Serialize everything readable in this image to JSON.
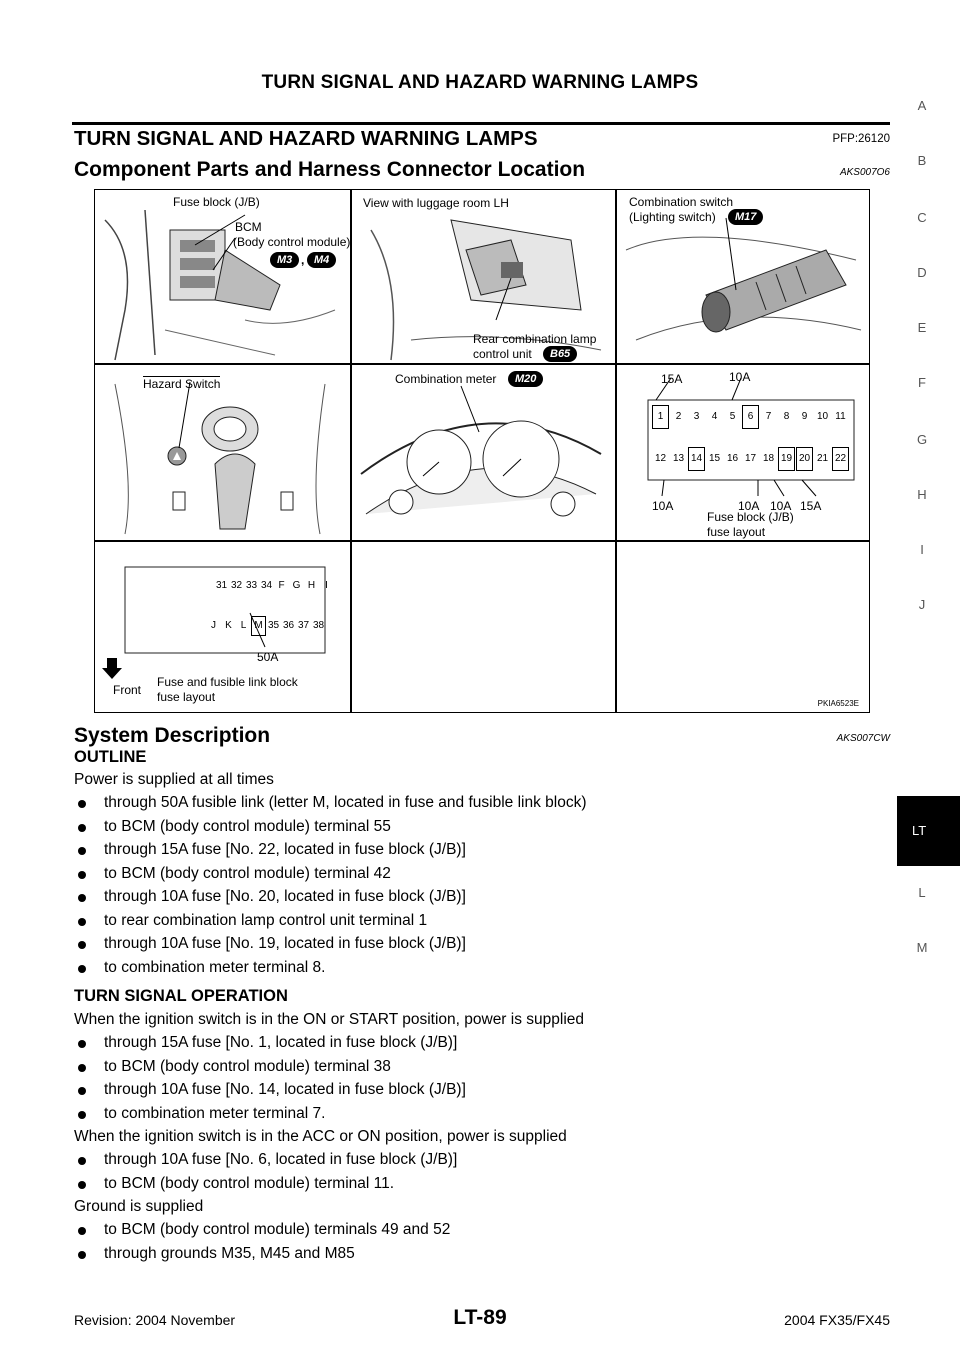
{
  "header": {
    "running_title": "TURN SIGNAL AND HAZARD WARNING LAMPS"
  },
  "section": {
    "title": "TURN SIGNAL AND HAZARD WARNING LAMPS",
    "pfp": "PFP:26120"
  },
  "component": {
    "title": "Component Parts and Harness Connector Location",
    "ref": "AKS007O6"
  },
  "figure": {
    "id": "PKIA6523E",
    "p1": {
      "fuse_block": "Fuse block (J/B)",
      "bcm": "BCM",
      "bcm_full": "(Body control module)",
      "m3": "M3",
      "m4": "M4",
      "sep": ","
    },
    "p2": {
      "view": "View with luggage room LH",
      "rear1": "Rear combination lamp",
      "rear2": "control unit",
      "b65": "B65"
    },
    "p3": {
      "combo1": "Combination switch",
      "combo2": "(Lighting switch)",
      "m17": "M17"
    },
    "p4": {
      "hazard": "Hazard Switch"
    },
    "p5": {
      "meter": "Combination meter",
      "m20": "M20"
    },
    "p6": {
      "top_15a": "15A",
      "top_10a": "10A",
      "row1": [
        "1",
        "2",
        "3",
        "4",
        "5",
        "6",
        "7",
        "8",
        "9",
        "10",
        "11"
      ],
      "row2": [
        "12",
        "13",
        "14",
        "15",
        "16",
        "17",
        "18",
        "19",
        "20",
        "21",
        "22"
      ],
      "bottom": [
        "10A",
        "10A",
        "10A",
        "15A"
      ],
      "layout1": "Fuse block (J/B)",
      "layout2": "fuse layout"
    },
    "p7": {
      "row1": [
        "31",
        "32",
        "33",
        "34",
        "F",
        "G",
        "H",
        "I"
      ],
      "row2": [
        "J",
        "K",
        "L",
        "M",
        "35",
        "36",
        "37",
        "38"
      ],
      "amp": "50A",
      "front": "Front",
      "layout1": "Fuse and fusible link block",
      "layout2": "fuse layout"
    }
  },
  "system": {
    "title": "System Description",
    "ref": "AKS007CW"
  },
  "outline": {
    "heading": "OUTLINE",
    "intro": "Power is supplied at all times",
    "bullets": [
      "through 50A fusible link (letter M, located in fuse and fusible link block)",
      "to BCM (body control module) terminal 55",
      "through 15A fuse [No. 22, located in fuse block (J/B)]",
      "to BCM (body control module) terminal 42",
      "through 10A fuse [No. 20, located in fuse block (J/B)]",
      "to rear combination lamp control unit terminal 1",
      "through 10A fuse [No. 19, located in fuse block (J/B)]",
      "to combination meter terminal 8."
    ]
  },
  "turn": {
    "heading": "TURN SIGNAL OPERATION",
    "intro1": "When the ignition switch is in the ON or START position, power is supplied",
    "bullets1": [
      "through 15A fuse [No. 1, located in fuse block (J/B)]",
      "to BCM (body control module) terminal 38",
      "through 10A fuse [No. 14, located in fuse block (J/B)]",
      "to combination meter terminal 7."
    ],
    "intro2": "When the ignition switch is in the ACC or ON position, power is supplied",
    "bullets2": [
      "through 10A fuse [No. 6, located in fuse block (J/B)]",
      "to BCM (body control module) terminal 11."
    ],
    "intro3": "Ground is supplied",
    "bullets3": [
      "to BCM (body control module) terminals 49 and 52",
      "through grounds M35, M45 and M85"
    ]
  },
  "side_index": [
    "A",
    "B",
    "C",
    "D",
    "E",
    "F",
    "G",
    "H",
    "I",
    "J",
    "LT",
    "L",
    "M"
  ],
  "footer": {
    "revision": "Revision: 2004 November",
    "page": "LT-89",
    "model": "2004 FX35/FX45"
  }
}
